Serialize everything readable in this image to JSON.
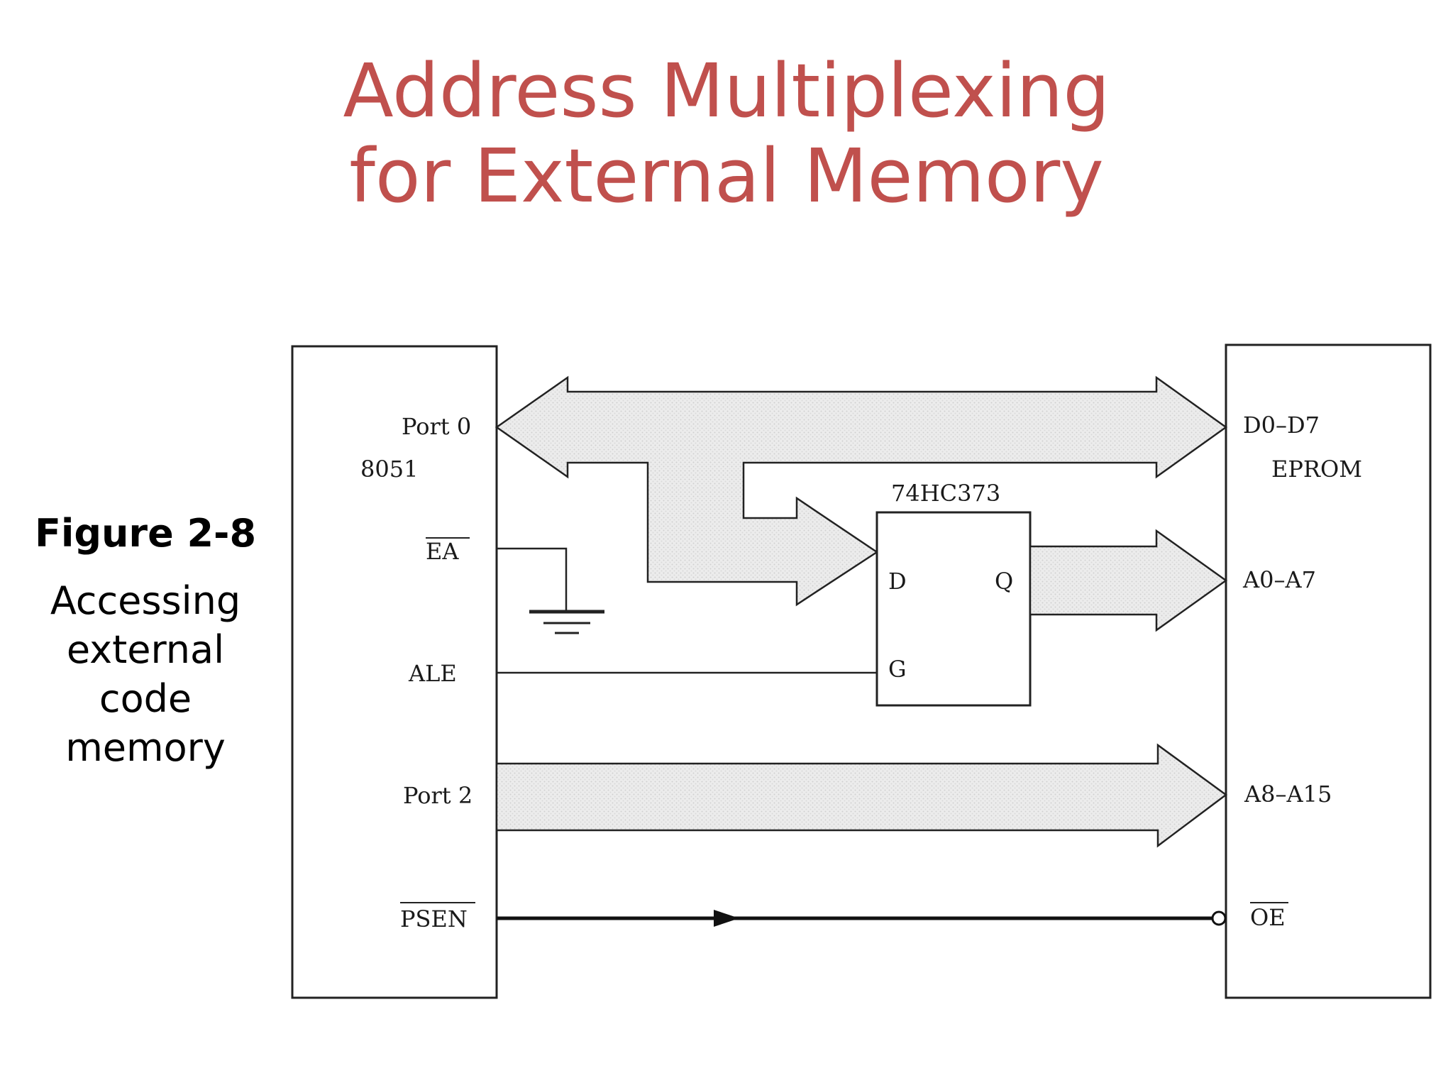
{
  "title": {
    "line1": "Address Multiplexing",
    "line2": "for External Memory"
  },
  "caption": {
    "figure": "Figure 2-8",
    "lines": [
      "Accessing",
      "external",
      "code",
      "memory"
    ]
  },
  "diagram": {
    "mcu": {
      "name": "8051",
      "port0": "Port 0",
      "ea": "EA",
      "ale": "ALE",
      "port2": "Port 2",
      "psen": "PSEN"
    },
    "latch": {
      "name": "74HC373",
      "d": "D",
      "q": "Q",
      "g": "G"
    },
    "eprom": {
      "name": "EPROM",
      "d0_d7": "D0–D7",
      "a0_a7": "A0–A7",
      "a8_a15": "A8–A15",
      "oe": "OE"
    }
  }
}
